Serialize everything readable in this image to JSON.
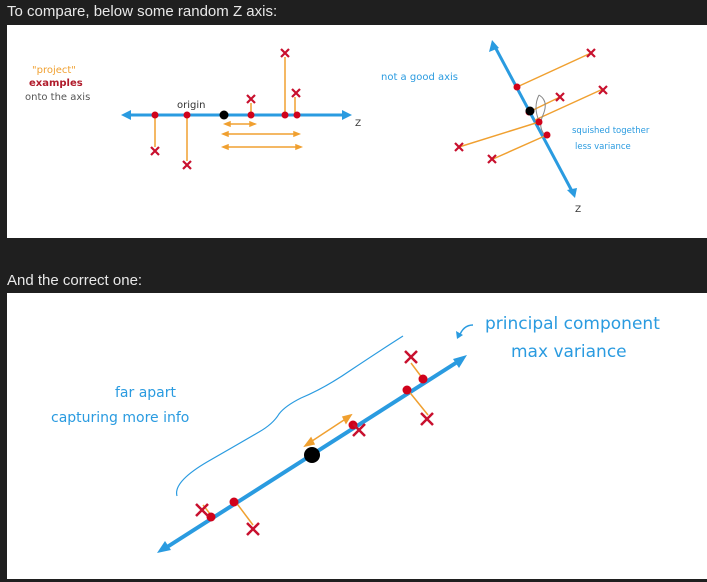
{
  "captions": {
    "top": "To compare, below some random Z axis:",
    "bottom": "And the correct one:"
  },
  "left_diagram": {
    "note_line1": "\"project\"",
    "note_line2": "examples",
    "note_line3": "onto the axis",
    "origin_label": "origin",
    "axis_label": "Z"
  },
  "right_diagram": {
    "note": "not a good axis",
    "squish_line1": "squished together",
    "squish_line2": "less variance",
    "axis_label": "Z"
  },
  "bottom_diagram": {
    "pc_line1": "principal component",
    "pc_line2": "max variance",
    "far_line1": "far apart",
    "far_line2": "capturing more info"
  },
  "colors": {
    "axis": "#2a9be0",
    "projection": "#f0a030",
    "marker": "#c8102e",
    "point": "#d0021b",
    "origin": "#000000",
    "note_red": "#b01a2a"
  }
}
